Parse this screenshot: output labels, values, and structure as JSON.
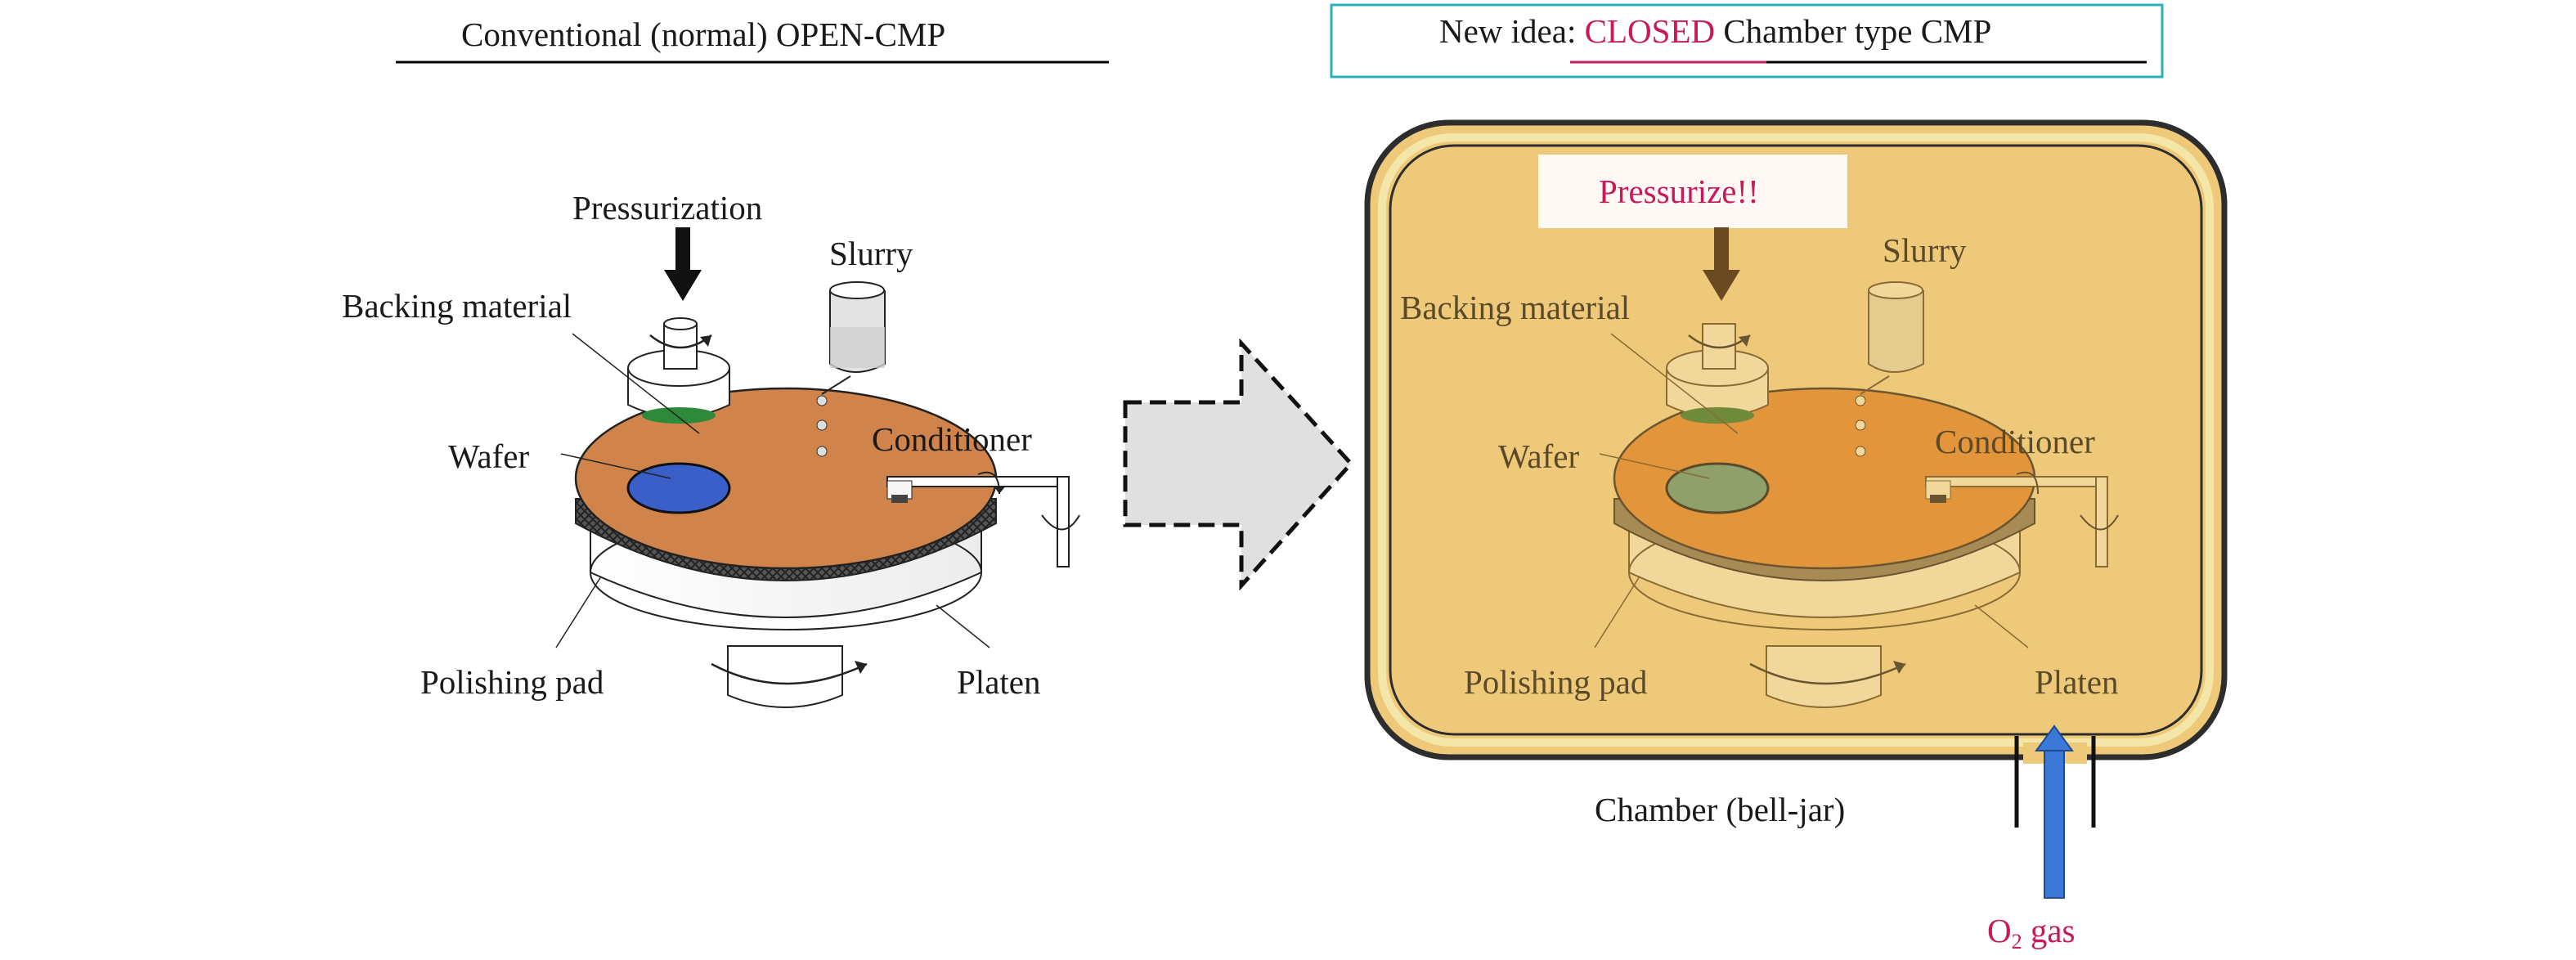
{
  "left_panel": {
    "title": "Conventional (normal) OPEN-CMP",
    "labels": {
      "pressurization": "Pressurization",
      "slurry": "Slurry",
      "backing_material": "Backing material",
      "wafer": "Wafer",
      "conditioner": "Conditioner",
      "polishing_pad": "Polishing pad",
      "platen": "Platen"
    }
  },
  "right_panel": {
    "title_prefix": "New idea: ",
    "title_highlight": "CLOSED",
    "title_suffix": " Chamber type CMP",
    "pressurize_callout": "Pressurize!!",
    "labels": {
      "slurry": "Slurry",
      "backing_material": "Backing material",
      "wafer": "Wafer",
      "conditioner": "Conditioner",
      "polishing_pad": "Polishing pad",
      "platen": "Platen",
      "chamber": "Chamber (bell-jar)"
    },
    "gas_label_main": "O",
    "gas_label_sub": "2",
    "gas_label_tail": " gas"
  },
  "colors": {
    "pad_surface": "#d0834a",
    "pad_edge": "#3a3a3a",
    "wafer": "#3a5fc8",
    "chamber_fill": "#efc97a",
    "chamber_border": "#2d2d2d",
    "chamber_inner_line": "#f4e6a8",
    "highlight": "#c8195a",
    "title_box_border": "#2ab0b8",
    "big_arrow_fill": "#e0e0e0",
    "gas_arrow": "#3c78d8"
  }
}
